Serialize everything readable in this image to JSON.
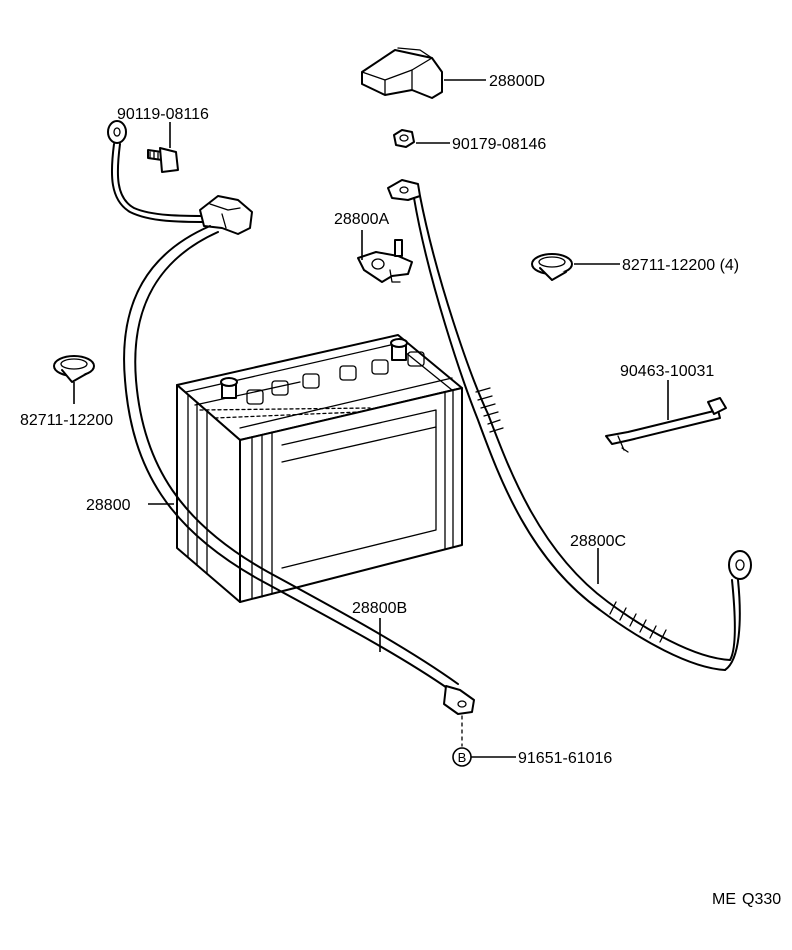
{
  "labels": {
    "p28800D": "28800D",
    "p90119": "90119-08116",
    "p90179": "90179-08146",
    "p28800A": "28800A",
    "p82711_top": "82711-12200 (4)",
    "p82711_left": "82711-12200",
    "p90463": "90463-10031",
    "p28800": "28800",
    "p28800C": "28800C",
    "p28800B": "28800B",
    "p91651": "91651-61016",
    "bolt_symbol": "B"
  },
  "footer": {
    "code_left": "ME",
    "code_right": "Q330"
  },
  "icons": [
    "battery",
    "cable-positive",
    "cable-negative",
    "terminal-cover",
    "nut",
    "bolt",
    "terminal-clamp",
    "cable-clamp",
    "hold-down-rod"
  ]
}
